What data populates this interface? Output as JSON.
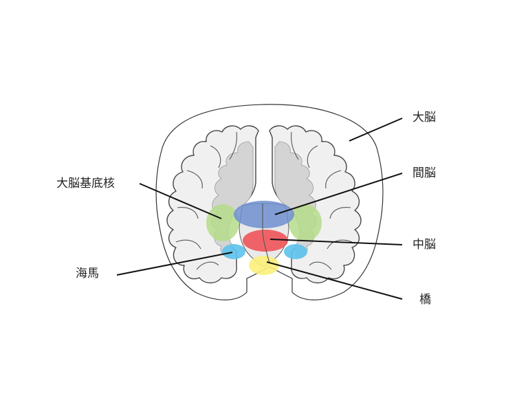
{
  "labels": {
    "cerebrum": "大脳",
    "diencephalon": "間脳",
    "basal_ganglia": "大脳基底核",
    "midbrain": "中脳",
    "hippocampus": "海馬",
    "pons": "橋"
  },
  "colors": {
    "basal_ganglia": "#b5dc8a",
    "diencephalon": "#6f8fcf",
    "midbrain": "#f0545a",
    "hippocampus": "#5cc2ec",
    "pons": "#fbf07a"
  }
}
